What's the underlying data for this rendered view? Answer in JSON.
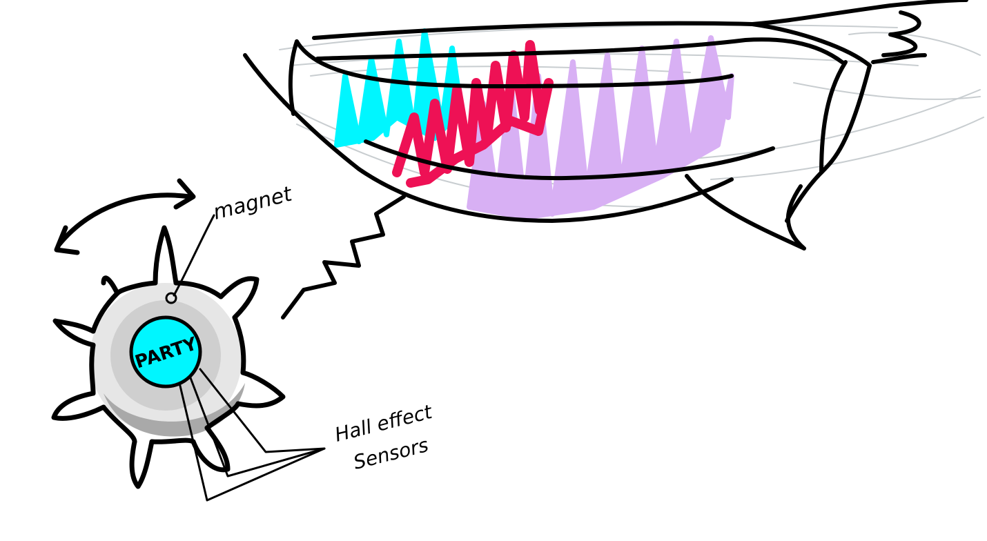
{
  "labels": {
    "magnet": "magnet",
    "hall_line1": "Hall effect",
    "hall_line2": "Sensors",
    "button_text": "PARTY"
  },
  "colors": {
    "ink": "#000000",
    "pencil": "#c8cdd0",
    "cyan": "#00f6ff",
    "red": "#ee1155",
    "lavender": "#d8b0f4",
    "gray_light": "#e6e6e6",
    "gray_mid": "#cfcfcf",
    "gray_dark": "#a9a9a9"
  },
  "icons": {
    "rotation_arrow": "double-headed-curved-arrow-icon",
    "wireless_signal": "lightning-bolt-icon",
    "controller": "spiky-knob-icon"
  }
}
